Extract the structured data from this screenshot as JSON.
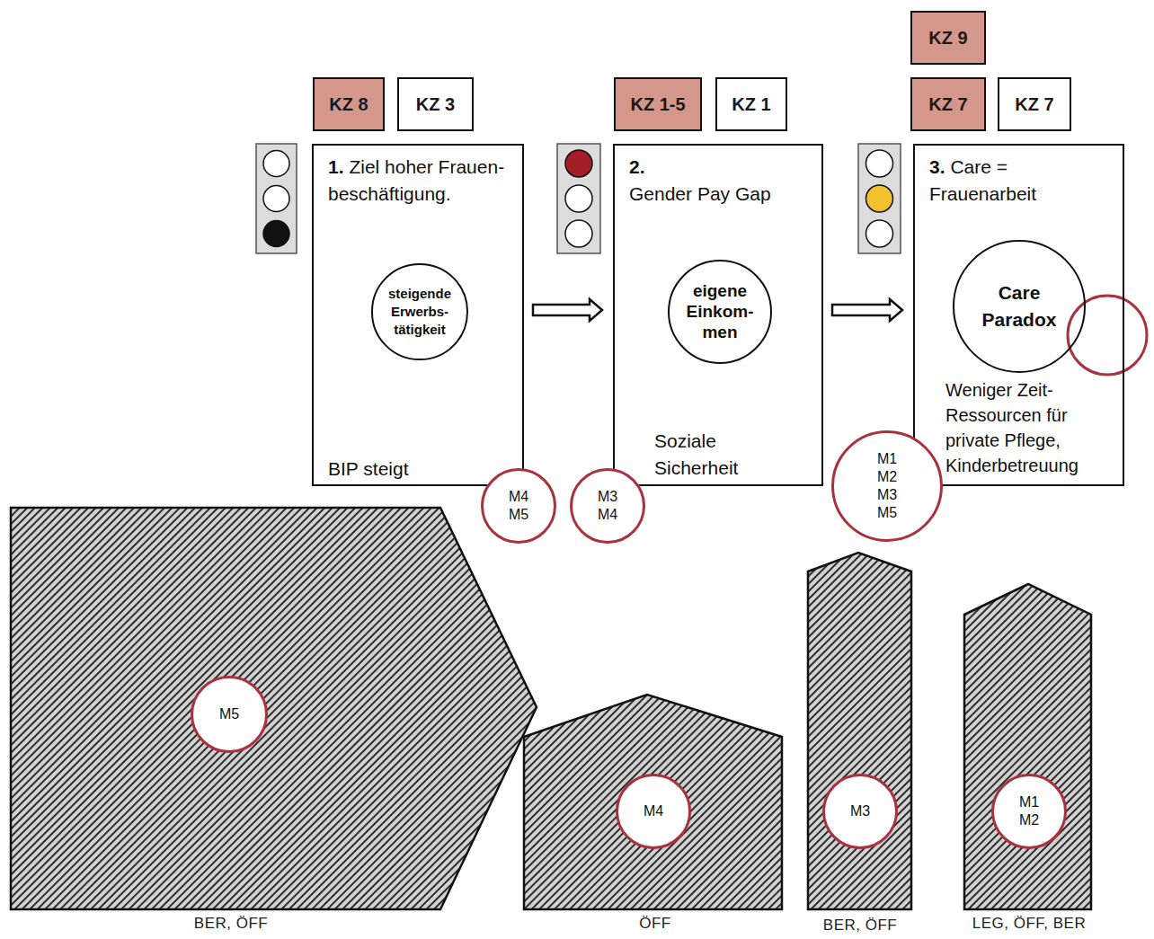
{
  "diagram": {
    "nodes": [
      {
        "text": [
          "KZ 8"
        ]
      },
      {
        "text": [
          "KZ 3"
        ]
      },
      {
        "text": [
          "1.",
          "Ziel hoher Frauen- beschäftigung.",
          "BIP steigt"
        ]
      },
      {
        "text": [
          "steigende Erwerbs- tätigkeit"
        ],
        "in": 2
      },
      {
        "text": [
          "KZ 1-5"
        ]
      },
      {
        "text": [
          "KZ 1"
        ]
      },
      {
        "text": [
          "2.",
          "Gender Pay Gap",
          "Soziale Sicherheit"
        ]
      },
      {
        "text": [
          "eigene Einkom- men"
        ],
        "in": 6
      },
      {
        "text": [
          "KZ 9"
        ]
      },
      {
        "text": [
          "KZ 7"
        ]
      },
      {
        "text": [
          "KZ 7"
        ]
      },
      {
        "text": [
          "3.",
          "Care = Frauenarbeit",
          "Weniger Zeit- Ressourcen für private Pflege, Kinderbetreuung"
        ]
      },
      {
        "text": [
          "Care Paradox"
        ],
        "in": 11
      },
      {
        "text": [
          "M4 M5"
        ]
      },
      {
        "text": [
          "M3 M4"
        ]
      },
      {
        "text": [
          "M1 M2 M3 M5"
        ]
      },
      {
        "text": [
          "BER, ÖFF"
        ]
      },
      {
        "text": [
          "M5"
        ],
        "in": 16
      },
      {
        "text": [
          "ÖFF"
        ]
      },
      {
        "text": [
          "M4"
        ],
        "in": 18
      },
      {
        "text": [
          "BER, ÖFF"
        ]
      },
      {
        "text": [
          "M3"
        ],
        "in": 20
      },
      {
        "text": [
          "LEG, ÖFF, BER"
        ]
      },
      {
        "text": [
          "M1 M2"
        ],
        "in": 22
      }
    ],
    "edges": [
      {
        "from": 2,
        "to": 6,
        "arrow": "to"
      },
      {
        "from": 6,
        "to": 11,
        "arrow": "to"
      }
    ]
  }
}
